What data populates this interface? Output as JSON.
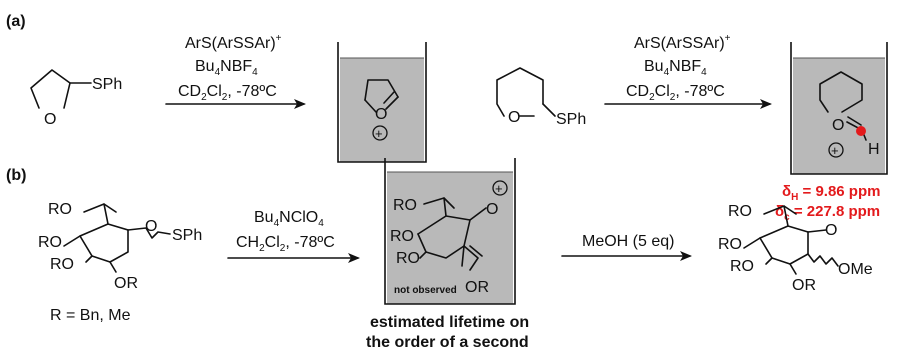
{
  "panels": {
    "a": "(a)",
    "b": "(b)"
  },
  "text": {
    "reagent_a1_line1": "ArS(ArSSAr)",
    "reagent_a1_sup": "+",
    "reagent_a1_line2": "Bu",
    "reagent_a1_line2_sub": "4",
    "reagent_a1_line2_tail": "NBF",
    "reagent_a1_line2_sub2": "4",
    "reagent_a1_line3": "CD",
    "reagent_a1_line3_sub": "2",
    "reagent_a1_line3_mid": "Cl",
    "reagent_a1_line3_sub2": "2",
    "reagent_a1_line3_tail": ", -78ºC",
    "reagent_b1_line1": "Bu",
    "reagent_b1_line1_sub": "4",
    "reagent_b1_line1_tail": "NClO",
    "reagent_b1_line1_sub2": "4",
    "reagent_b1_line2": "CH",
    "reagent_b1_line2_sub": "2",
    "reagent_b1_line2_mid": "Cl",
    "reagent_b1_line2_sub2": "2",
    "reagent_b1_line2_tail": ", -78ºC",
    "reagent_b2": "MeOH (5 eq)",
    "atom_O": "O",
    "atom_H": "H",
    "SPh": "SPh",
    "RO": "RO",
    "OR": "OR",
    "OMe": "OMe",
    "plus": "+",
    "nmr_dH_delta": "δ",
    "nmr_dH_sub": "H",
    "nmr_dH_value": " = 9.86 ppm",
    "nmr_dC_delta": "δ",
    "nmr_dC_sub": "c",
    "nmr_dC_value": " = 227.8 ppm",
    "r_def": "R = Bn, Me",
    "not_observed": "not observed",
    "lifetime_1": "estimated lifetime on",
    "lifetime_2": "the order of a second"
  },
  "colors": {
    "highlight": "#e31a1c",
    "vessel": "#b9b9b9",
    "ink": "#111111"
  }
}
